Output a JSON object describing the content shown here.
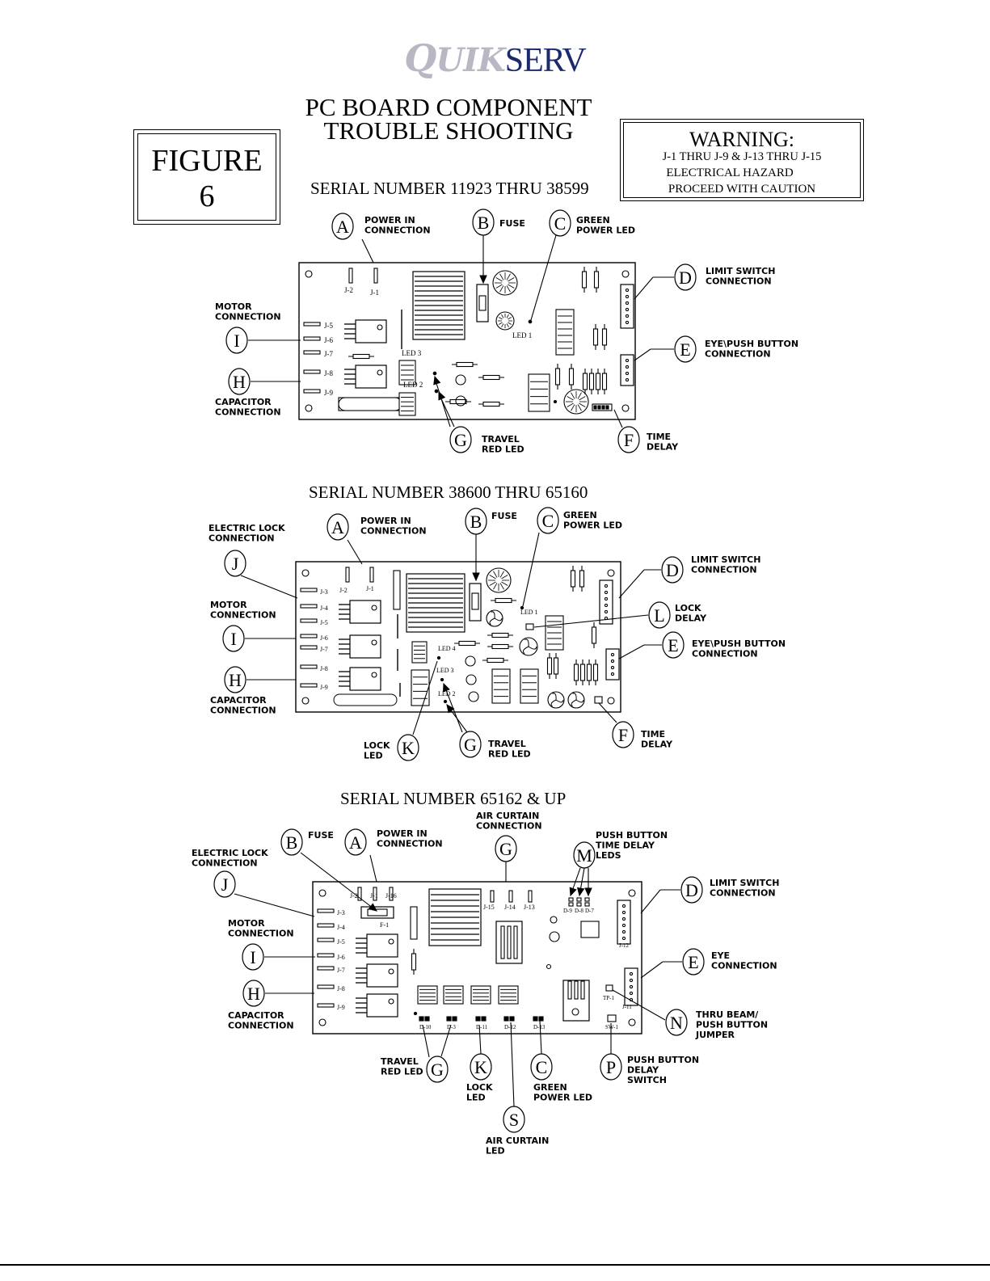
{
  "logo": {
    "q": "Q",
    "uik": "UIK",
    "serv": "SERV"
  },
  "title": {
    "line1": "PC BOARD COMPONENT",
    "line2": "TROUBLE SHOOTING"
  },
  "figure": {
    "word": "FIGURE",
    "number": "6"
  },
  "warning": {
    "heading": "WARNING:",
    "line1": "J-1 THRU J-9 & J-13 THRU J-15",
    "line2": "ELECTRICAL HAZARD",
    "line3": "PROCEED WITH CAUTION"
  },
  "boards": [
    {
      "serial": "SERIAL NUMBER  11923 THRU 38599",
      "callouts": [
        {
          "letter": "A",
          "label": [
            "POWER IN",
            "CONNECTION"
          ]
        },
        {
          "letter": "B",
          "label": [
            "FUSE"
          ]
        },
        {
          "letter": "C",
          "label": [
            "GREEN",
            "POWER LED"
          ]
        },
        {
          "letter": "D",
          "label": [
            "LIMIT SWITCH",
            "CONNECTION"
          ]
        },
        {
          "letter": "E",
          "label": [
            "EYE\\PUSH BUTTON",
            "CONNECTION"
          ]
        },
        {
          "letter": "F",
          "label": [
            "TIME",
            "DELAY"
          ]
        },
        {
          "letter": "G",
          "label": [
            "TRAVEL",
            "RED LED"
          ]
        },
        {
          "letter": "H",
          "label": [
            "CAPACITOR",
            "CONNECTION"
          ]
        },
        {
          "letter": "I",
          "label": [
            "MOTOR",
            "CONNECTION"
          ]
        }
      ],
      "board_labels": [
        "J-2",
        "J-1",
        "J-5",
        "J-6",
        "J-7",
        "J-8",
        "J-9",
        "LED 3",
        "LED 2",
        "LED 1"
      ]
    },
    {
      "serial": "SERIAL NUMBER 38600 THRU 65160",
      "callouts": [
        {
          "letter": "A",
          "label": [
            "POWER IN",
            "CONNECTION"
          ]
        },
        {
          "letter": "B",
          "label": [
            "FUSE"
          ]
        },
        {
          "letter": "C",
          "label": [
            "GREEN",
            "POWER LED"
          ]
        },
        {
          "letter": "D",
          "label": [
            "LIMIT SWITCH",
            "CONNECTION"
          ]
        },
        {
          "letter": "E",
          "label": [
            "EYE\\PUSH BUTTON",
            "CONNECTION"
          ]
        },
        {
          "letter": "F",
          "label": [
            "TIME",
            "DELAY"
          ]
        },
        {
          "letter": "G",
          "label": [
            "TRAVEL",
            "RED LED"
          ]
        },
        {
          "letter": "H",
          "label": [
            "CAPACITOR",
            "CONNECTION"
          ]
        },
        {
          "letter": "I",
          "label": [
            "MOTOR",
            "CONNECTION"
          ]
        },
        {
          "letter": "J",
          "label": [
            "ELECTRIC LOCK",
            "CONNECTION"
          ]
        },
        {
          "letter": "K",
          "label": [
            "LOCK",
            "LED"
          ]
        },
        {
          "letter": "L",
          "label": [
            "LOCK",
            "DELAY"
          ]
        }
      ],
      "board_labels": [
        "J-2",
        "J-1",
        "J-3",
        "J-4",
        "J-5",
        "J-6",
        "J-7",
        "J-8",
        "J-9",
        "LED 1",
        "LED 4",
        "LED 3",
        "LED 2"
      ]
    },
    {
      "serial": "SERIAL NUMBER 65162 & UP",
      "callouts": [
        {
          "letter": "A",
          "label": [
            "POWER IN",
            "CONNECTION"
          ]
        },
        {
          "letter": "B",
          "label": [
            "FUSE"
          ]
        },
        {
          "letter": "C",
          "label": [
            "GREEN",
            "POWER LED"
          ]
        },
        {
          "letter": "D",
          "label": [
            "LIMIT SWITCH",
            "CONNECTION"
          ]
        },
        {
          "letter": "E",
          "label": [
            "EYE",
            "CONNECTION"
          ]
        },
        {
          "letter": "G",
          "label": [
            "AIR CURTAIN",
            "CONNECTION"
          ]
        },
        {
          "letter": "G",
          "label": [
            "TRAVEL",
            "RED LED"
          ]
        },
        {
          "letter": "H",
          "label": [
            "CAPACITOR",
            "CONNECTION"
          ]
        },
        {
          "letter": "I",
          "label": [
            "MOTOR",
            "CONNECTION"
          ]
        },
        {
          "letter": "J",
          "label": [
            "ELECTRIC LOCK",
            "CONNECTION"
          ]
        },
        {
          "letter": "K",
          "label": [
            "LOCK",
            "LED"
          ]
        },
        {
          "letter": "M",
          "label": [
            "PUSH BUTTON",
            "TIME DELAY",
            "LEDS"
          ]
        },
        {
          "letter": "N",
          "label": [
            "THRU BEAM/",
            "PUSH BUTTON",
            "JUMPER"
          ]
        },
        {
          "letter": "P",
          "label": [
            "PUSH BUTTON",
            "DELAY",
            "SWITCH"
          ]
        },
        {
          "letter": "S",
          "label": [
            "AIR CURTAIN",
            "LED"
          ]
        }
      ],
      "board_labels": [
        "J-2",
        "J-1",
        "J-16",
        "F-1",
        "J-15",
        "J-14",
        "J-13",
        "J-3",
        "J-4",
        "J-5",
        "J-6",
        "J-7",
        "J-8",
        "J-9",
        "J-12",
        "J-11",
        "TP-1",
        "D-9",
        "D-8",
        "D-7",
        "D-10",
        "D-3",
        "D-11",
        "D-12",
        "D-13",
        "SW-1"
      ]
    }
  ]
}
